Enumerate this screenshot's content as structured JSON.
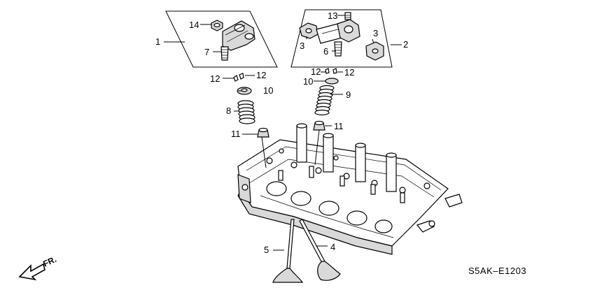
{
  "diagram": {
    "callouts": {
      "c1": "1",
      "c2": "2",
      "c3a": "3",
      "c3b": "3",
      "c4": "4",
      "c5": "5",
      "c6": "6",
      "c7": "7",
      "c8": "8",
      "c9": "9",
      "c10a": "10",
      "c10b": "10",
      "c11a": "11",
      "c11b": "11",
      "c12a": "12",
      "c12b": "12",
      "c12c": "12",
      "c12d": "12",
      "c13": "13",
      "c14": "14"
    },
    "front_label": "FR.",
    "diagram_code": "S5AK–E1203"
  }
}
